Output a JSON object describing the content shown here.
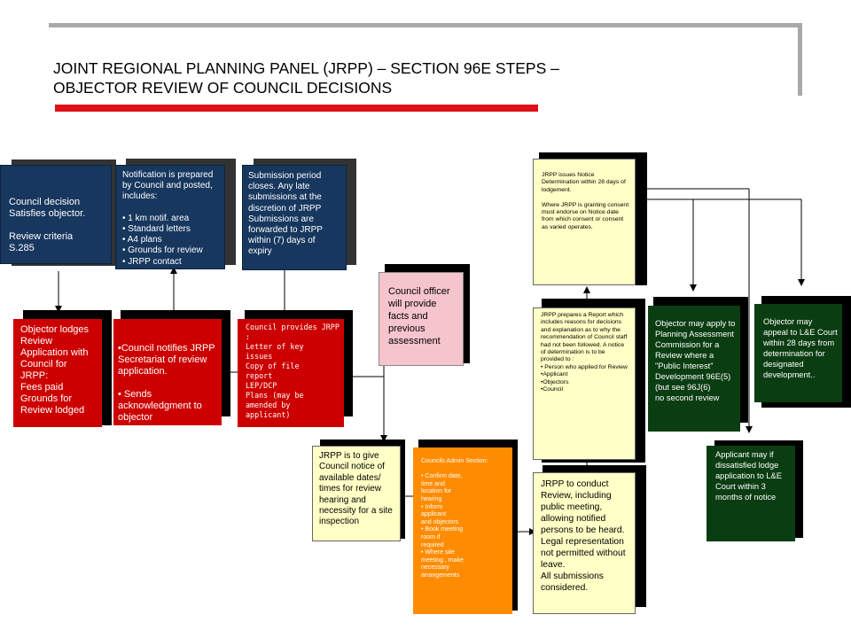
{
  "header": {
    "title_line1": "JOINT REGIONAL PLANNING PANEL (JRPP) – SECTION 96E STEPS –",
    "title_line2": "OBJECTOR REVIEW OF COUNCIL DECISIONS"
  },
  "boxes": {
    "council_decision": "Council decision\nSatisfies objector.\n\nReview criteria\nS.285",
    "notification": "Notification is prepared by Council and posted, includes:\n\n• 1 km notif. area\n• Standard letters\n• A4 plans\n• Grounds for review\n• JRPP contact",
    "submission_period": "Submission period closes.  Any late submissions at the discretion of JRPP Submissions are forwarded to JRPP within (7) days of expiry",
    "objector_lodges": "Objector lodges Review Application with Council for JRPP:\nFees paid\nGrounds for Review lodged",
    "council_notifies": [
      "•Council notifies JRPP Secretariat of review application.",
      "• Sends acknowledgment to objector",
      "•"
    ],
    "council_provides": "Council provides JRPP :\n  Letter of key\n    issues\n  Copy of file\n    report\n  LEP/DCP\n  Plans (may be\n    amended by\n    applicant)",
    "council_officer": "Council officer will provide facts and previous assessment",
    "jrpp_give_notice": "JRPP is to give Council notice of available dates/ times for review hearing and necessity for a site inspection",
    "councils_admin": "Councils Admin Section:\n\n• Confirm date,\n   time and\n   location for\n   hearing\n• Inform\n   applicant\n   and objectors\n• Book meeting\n   room if\n   required\n• Where site\n   meeting , make\n   necessary\n   arrangements",
    "jrpp_notice_determination": "JRPP issues Notice Determination within 28 days of lodgement.\n\nWhere JRPP is granting consent must endorse on Notice date from which consent or consent as varied operates.",
    "jrpp_report": "JRPP prepares  a Report which includes  reasons for decisions and explanation  as to why the recommendation  of Council staff had not been followed.  A  notice of determination  is to be provided to :\n• Person who applied for Review\n•Applicant\n•Objectors\n•Council",
    "jrpp_conduct": "JRPP to conduct Review, including public meeting, allowing notified persons to be heard. Legal representation not permitted without leave.\nAll submissions considered.",
    "objector_pac": "Objector may apply to Planning Assessment Commission for a Review where a \"Public Interest\" Development 96E(5)\n(but see 96J(6)\nno second review",
    "objector_appeal": "Objector may appeal to L&E Court within 28 days from determination for designated development..",
    "applicant_dissatisfied": "Applicant may if dissatisfied lodge application to L&E Court within 3 months of notice"
  },
  "colors": {
    "navy": "#17375e",
    "red": "#cc0000",
    "pink": "#f6c4cc",
    "yellow": "#ffffc6",
    "orange": "#ff8c00",
    "green": "#0b3d12",
    "accent_bar": "#e0101a"
  }
}
